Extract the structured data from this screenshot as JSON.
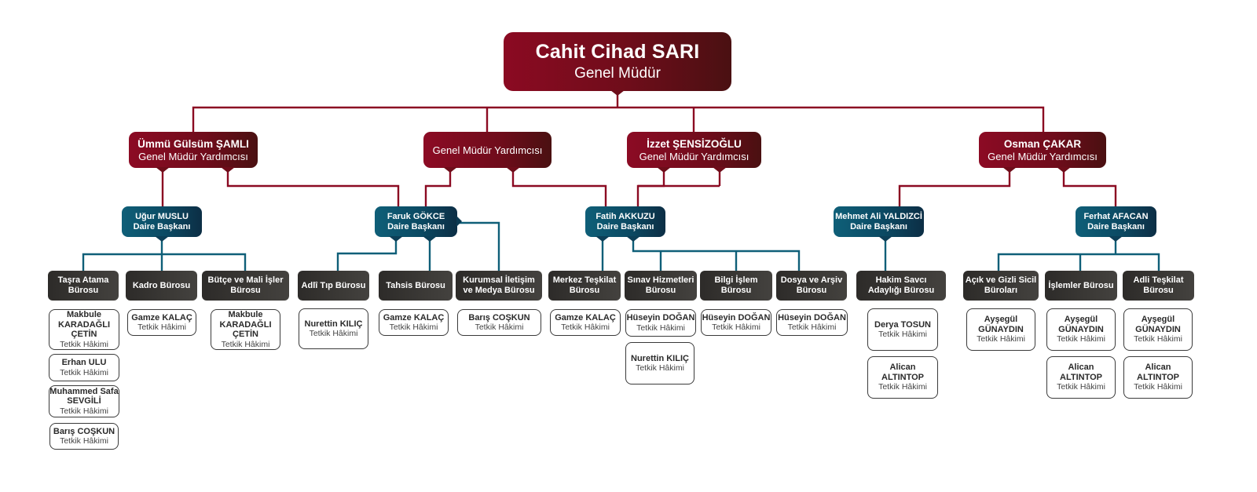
{
  "title": "Organizasyon Şeması",
  "colors": {
    "general_director": "#7a0c1e",
    "deputy": "#7a0c1e",
    "department_head": "#0b4a63",
    "bureau": "#3a3836",
    "person_border": "#3a3a3a",
    "line_red": "#8b0a22",
    "line_teal": "#0f5f78"
  },
  "director": {
    "name": "Cahit Cihad SARI",
    "title": "Genel Müdür"
  },
  "deputies": [
    {
      "name": "Ümmü Gülsüm ŞAMLI",
      "title": "Genel Müdür Yardımcısı"
    },
    {
      "name": "",
      "title": "Genel Müdür Yardımcısı"
    },
    {
      "name": "İzzet ŞENSİZOĞLU",
      "title": "Genel Müdür Yardımcısı"
    },
    {
      "name": "Osman ÇAKAR",
      "title": "Genel Müdür Yardımcısı"
    }
  ],
  "departments": [
    {
      "name": "Uğur MUSLU",
      "title": "Daire Başkanı"
    },
    {
      "name": "Faruk GÖKCE",
      "title": "Daire Başkanı"
    },
    {
      "name": "Fatih AKKUZU",
      "title": "Daire Başkanı"
    },
    {
      "name": "Mehmet Ali YALDIZCİ",
      "title": "Daire Başkanı"
    },
    {
      "name": "Ferhat AFACAN",
      "title": "Daire Başkanı"
    }
  ],
  "bureaus": [
    {
      "name": "Taşra Atama Bürosu",
      "staff": [
        {
          "name": "Makbule KARADAĞLI ÇETİN",
          "title": "Tetkik Hâkimi"
        },
        {
          "name": "Erhan ULU",
          "title": "Tetkik Hâkimi"
        },
        {
          "name": "Muhammed Safa SEVGİLİ",
          "title": "Tetkik Hâkimi"
        },
        {
          "name": "Barış COŞKUN",
          "title": "Tetkik Hâkimi"
        }
      ]
    },
    {
      "name": "Kadro Bürosu",
      "staff": [
        {
          "name": "Gamze KALAÇ",
          "title": "Tetkik Hâkimi"
        }
      ]
    },
    {
      "name": "Bütçe ve Mali İşler Bürosu",
      "staff": [
        {
          "name": "Makbule KARADAĞLI ÇETİN",
          "title": "Tetkik Hâkimi"
        }
      ]
    },
    {
      "name": "Adlî Tıp Bürosu",
      "staff": [
        {
          "name": "Nurettin KILIÇ",
          "title": "Tetkik Hâkimi"
        }
      ]
    },
    {
      "name": "Tahsis Bürosu",
      "staff": [
        {
          "name": "Gamze KALAÇ",
          "title": "Tetkik Hâkimi"
        }
      ]
    },
    {
      "name": "Kurumsal İletişim ve Medya Bürosu",
      "staff": [
        {
          "name": "Barış COŞKUN",
          "title": "Tetkik Hâkimi"
        }
      ]
    },
    {
      "name": "Merkez Teşkilat Bürosu",
      "staff": [
        {
          "name": "Gamze KALAÇ",
          "title": "Tetkik Hâkimi"
        }
      ]
    },
    {
      "name": "Sınav Hizmetleri Bürosu",
      "staff": [
        {
          "name": "Hüseyin DOĞAN",
          "title": "Tetkik Hâkimi"
        },
        {
          "name": "Nurettin KILIÇ",
          "title": "Tetkik Hâkimi"
        }
      ]
    },
    {
      "name": "Bilgi İşlem Bürosu",
      "staff": [
        {
          "name": "Hüseyin DOĞAN",
          "title": "Tetkik Hâkimi"
        }
      ]
    },
    {
      "name": "Dosya ve Arşiv Bürosu",
      "staff": [
        {
          "name": "Hüseyin DOĞAN",
          "title": "Tetkik Hâkimi"
        }
      ]
    },
    {
      "name": "Hakim Savcı Adaylığı Bürosu",
      "staff": [
        {
          "name": "Derya TOSUN",
          "title": "Tetkik Hâkimi"
        },
        {
          "name": "Alican ALTINTOP",
          "title": "Tetkik Hâkimi"
        }
      ]
    },
    {
      "name": "Açık ve Gizli Sicil Büroları",
      "staff": [
        {
          "name": "Ayşegül GÜNAYDIN",
          "title": "Tetkik Hâkimi"
        }
      ]
    },
    {
      "name": "İşlemler Bürosu",
      "staff": [
        {
          "name": "Ayşegül GÜNAYDIN",
          "title": "Tetkik Hâkimi"
        },
        {
          "name": "Alican ALTINTOP",
          "title": "Tetkik Hâkimi"
        }
      ]
    },
    {
      "name": "Adli Teşkilat Bürosu",
      "staff": [
        {
          "name": "Ayşegül GÜNAYDIN",
          "title": "Tetkik Hâkimi"
        },
        {
          "name": "Alican ALTINTOP",
          "title": "Tetkik Hâkimi"
        }
      ]
    }
  ]
}
